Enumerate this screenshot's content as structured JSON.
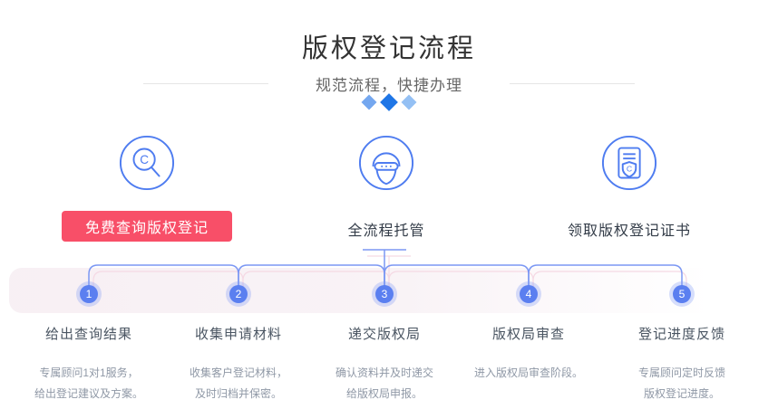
{
  "header": {
    "title": "版权登记流程",
    "subtitle": "规范流程，快捷办理"
  },
  "features": [
    {
      "icon": "copyright-search-icon",
      "label": "免费查询版权登记",
      "style": "primary-button"
    },
    {
      "icon": "agent-icon",
      "label": "全流程托管",
      "style": "text"
    },
    {
      "icon": "certificate-icon",
      "label": "领取版权登记证书",
      "style": "text"
    }
  ],
  "steps": [
    {
      "num": "1",
      "title": "给出查询结果",
      "desc_lines": [
        "专属顾问1对1服务，",
        "给出登记建议及方案。"
      ]
    },
    {
      "num": "2",
      "title": "收集申请材料",
      "desc_lines": [
        "收集客户登记材料，",
        "及时归档并保密。"
      ]
    },
    {
      "num": "3",
      "title": "递交版权局",
      "desc_lines": [
        "确认资料并及时递交",
        "给版权局申报。"
      ]
    },
    {
      "num": "4",
      "title": "版权局审查",
      "desc_lines": [
        "进入版权局审查阶段。"
      ]
    },
    {
      "num": "5",
      "title": "登记进度反馈",
      "desc_lines": [
        "专属顾问定时反馈",
        "版权登记进度。"
      ]
    }
  ],
  "colors": {
    "accent_blue": "#4e7cf0",
    "connector_blue": "#7b97f3",
    "node_blue": "#5b7ff0",
    "cta_red": "#f84f68",
    "diamond_dark": "#1f76e6",
    "diamond_medium": "#74a7ef",
    "diamond_light": "#94c0f4",
    "pink_echo": "#f5d9e4"
  }
}
